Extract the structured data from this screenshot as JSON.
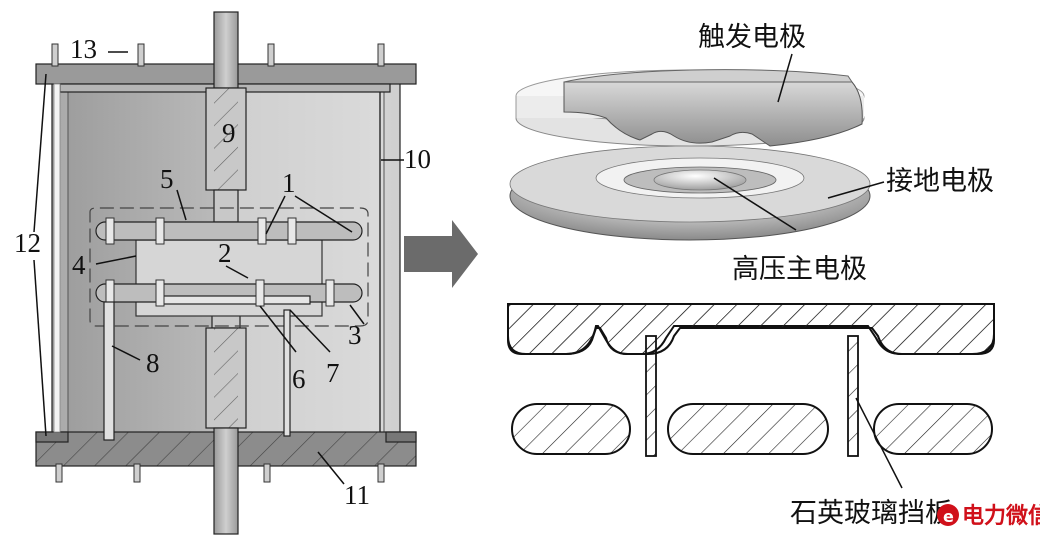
{
  "left_labels": {
    "n1": "1",
    "n2": "2",
    "n3": "3",
    "n4": "4",
    "n5": "5",
    "n6": "6",
    "n7": "7",
    "n8": "8",
    "n9": "9",
    "n10": "10",
    "n11": "11",
    "n12": "12",
    "n13": "13"
  },
  "right_labels": {
    "trigger_electrode": "触发电极",
    "ground_electrode": "接地电极",
    "hv_main_electrode": "高压主电极",
    "quartz_baffle": "石英玻璃挡板"
  },
  "watermark": "电力微信",
  "colors": {
    "housing": "#9a9a9a",
    "cylinder_light": "#e0e0e0",
    "cylinder_dark": "#a8a8a8",
    "label": "#111111",
    "watermark": "#d0101a",
    "arrow": "#6b6b6b"
  }
}
